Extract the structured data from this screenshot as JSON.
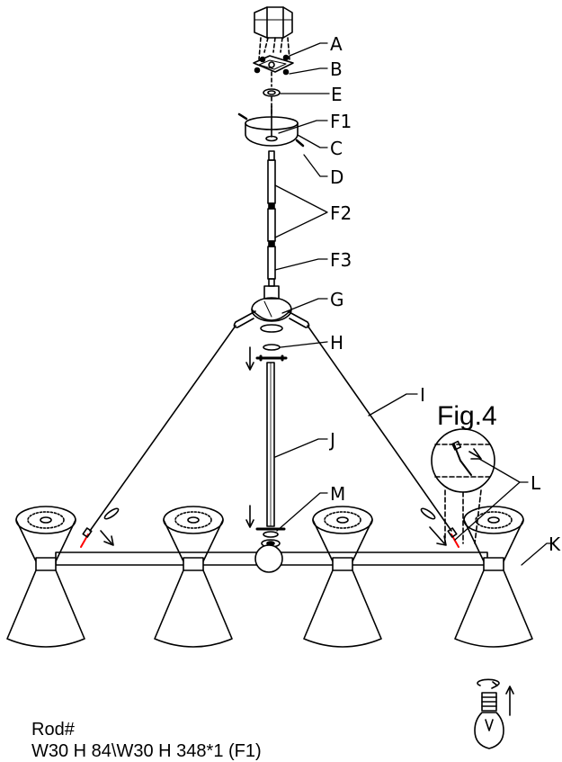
{
  "parts": {
    "A": "A",
    "B": "B",
    "E": "E",
    "F1": "F1",
    "C": "C",
    "D": "D",
    "F2": "F2",
    "F3": "F3",
    "G": "G",
    "H": "H",
    "I": "I",
    "J": "J",
    "L": "L",
    "M": "M",
    "K": "K"
  },
  "figure_label": "Fig.4",
  "rod_note": {
    "title": "Rod#",
    "spec": "W30 H 84\\W30 H 348*1 (F1)"
  }
}
